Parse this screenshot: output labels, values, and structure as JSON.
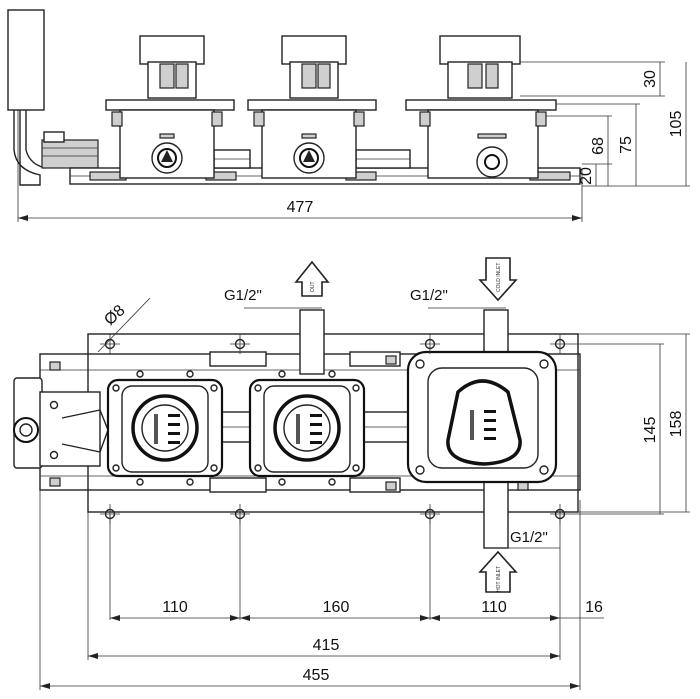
{
  "side_view": {
    "dims": {
      "total_width": "477",
      "h30": "30",
      "h105": "105",
      "h75": "75",
      "h68": "68",
      "h20": "20"
    }
  },
  "top_view": {
    "threads": {
      "out1": "G1/2\"",
      "out2": "G1/2\"",
      "inlet": "G1/2\""
    },
    "flow_labels": {
      "out": "OUT",
      "cold_inlet": "COLD INLET",
      "hot_inlet": "HOT INLET"
    },
    "dims": {
      "diameter": "Ø8",
      "d145": "145",
      "d158": "158",
      "d110a": "110",
      "d160": "160",
      "d110b": "110",
      "d16": "16",
      "d415": "415",
      "d455": "455"
    }
  },
  "colors": {
    "line": "#222222",
    "background": "#ffffff",
    "fill_gray": "#cfcfcf"
  }
}
